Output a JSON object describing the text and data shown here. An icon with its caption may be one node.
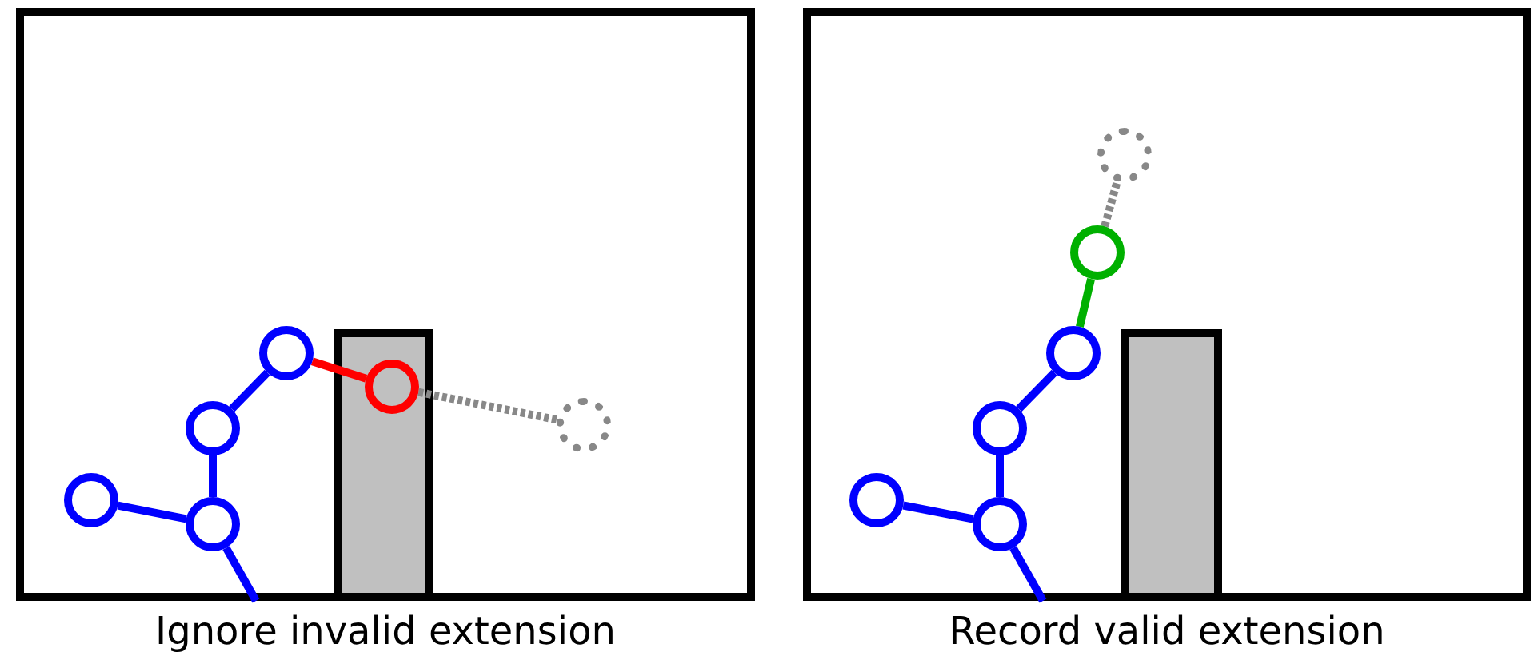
{
  "diagram": {
    "nodes": [
      {
        "text": [
          "Ignore invalid extension"
        ]
      },
      {
        "text": [],
        "shape": "circle",
        "in": 0
      },
      {
        "text": [],
        "shape": "circle",
        "in": 0
      },
      {
        "text": [],
        "shape": "circle",
        "in": 0
      },
      {
        "text": [],
        "shape": "circle",
        "in": 0
      },
      {
        "text": [],
        "shape": "box",
        "in": 0
      },
      {
        "text": [],
        "shape": "circle",
        "in": 5
      },
      {
        "text": [],
        "shape": "circle",
        "in": 0
      },
      {
        "text": [
          "Record valid extension"
        ]
      },
      {
        "text": [],
        "shape": "circle",
        "in": 8
      },
      {
        "text": [],
        "shape": "circle",
        "in": 8
      },
      {
        "text": [],
        "shape": "circle",
        "in": 8
      },
      {
        "text": [],
        "shape": "circle",
        "in": 8
      },
      {
        "text": [],
        "shape": "circle",
        "in": 8
      },
      {
        "text": [],
        "shape": "circle",
        "in": 8
      },
      {
        "text": [],
        "shape": "box",
        "in": 8
      }
    ],
    "edges": [
      {
        "from": 1,
        "to": 2,
        "arrow": "none"
      },
      {
        "from": 2,
        "to": 3,
        "arrow": "none"
      },
      {
        "from": 3,
        "to": 4,
        "arrow": "none"
      },
      {
        "from": 4,
        "to": 6,
        "arrow": "none",
        "color": "#ff0000"
      },
      {
        "from": 6,
        "to": 7,
        "arrow": "none",
        "style": "dashed",
        "color": "#888888"
      },
      {
        "from": 2,
        "to": null,
        "arrow": "none"
      },
      {
        "from": 9,
        "to": 10,
        "arrow": "none"
      },
      {
        "from": 10,
        "to": 11,
        "arrow": "none"
      },
      {
        "from": 11,
        "to": 12,
        "arrow": "none"
      },
      {
        "from": 12,
        "to": 13,
        "arrow": "none",
        "color": "#00b000"
      },
      {
        "from": 13,
        "to": 14,
        "arrow": "none",
        "style": "dashed",
        "color": "#888888"
      },
      {
        "from": 10,
        "to": null,
        "arrow": "none"
      }
    ]
  }
}
